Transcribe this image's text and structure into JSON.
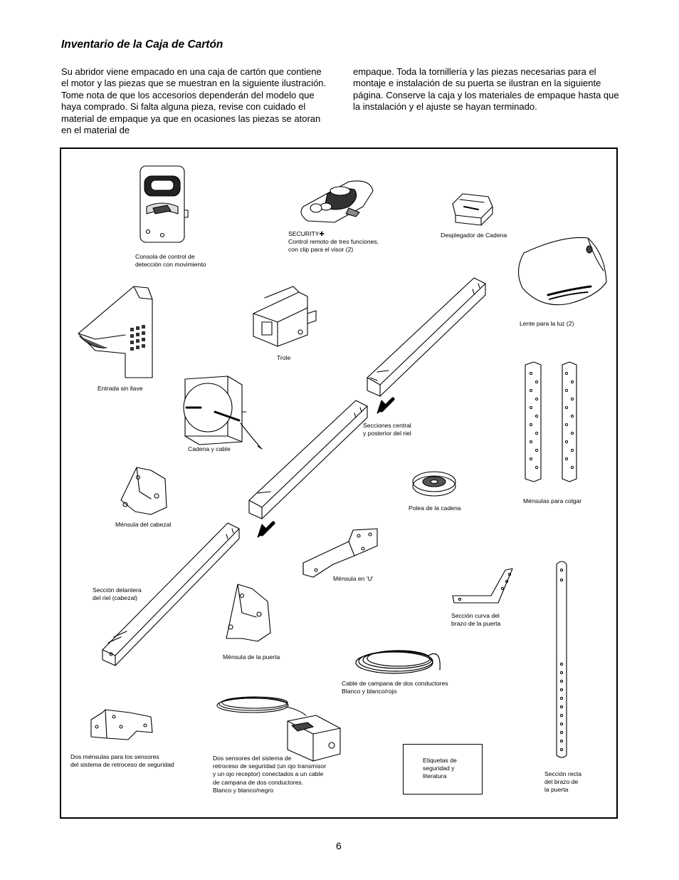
{
  "heading": "Inventario de la Caja de Cartón",
  "intro": {
    "col1": "Su abridor viene empacado en una caja de cartón que contiene el motor y las piezas que se muestran en la siguiente ilustración. Tome nota de que los accesorios dependerán del modelo que haya comprado. Si falta alguna pieza, revise con cuidado el material de empaque ya que en ocasiones las piezas se atoran en el material de",
    "col2": "empaque. Toda la tornillería y las piezas necesarias para el montaje e instalación de su puerta se ilustran en la siguiente página. Conserve la caja y los materiales de empaque hasta que la instalación y el ajuste se hayan terminado."
  },
  "parts": {
    "console": [
      "Consola de control de",
      "detección con movimiento"
    ],
    "remote": [
      "SECURITY✚",
      "Control remoto de tres funciones,",
      "con clip para el visor (2)"
    ],
    "chain_spreader": [
      "Desplegador de Cadena"
    ],
    "light_lens": [
      "Lente para la luz (2)"
    ],
    "keyless_entry": [
      "Entrada sin llave"
    ],
    "trolley": [
      "Trole"
    ],
    "chain_cable": [
      "Cadena y cable"
    ],
    "rail_sections": [
      "Secciones central",
      "y posterior del riel"
    ],
    "hanging_brackets": [
      "Ménsulas para colgar"
    ],
    "header_bracket": [
      "Ménsula del cabezal"
    ],
    "sprocket": [
      "Polea de la cadena"
    ],
    "u_bracket": [
      "Ménsula en 'U'"
    ],
    "front_rail": [
      "Sección delantera",
      "del riel (cabezal)"
    ],
    "curved_arm": [
      "Sección curva del",
      "brazo de la puerta"
    ],
    "door_bracket": [
      "Ménsula de la puerta"
    ],
    "bell_wire": [
      "Cable de campana de dos conductores",
      "Blanco y blanco/rojo"
    ],
    "sensor_brackets": [
      "Dos ménsulas para los sensores",
      "del sistema de retroceso de seguridad"
    ],
    "safety_sensors": [
      "Dos sensores del sistema de",
      "retroceso de seguridad (un ojo transmisor",
      "y un ojo receptor) conectados a un cable",
      "de campana de dos conductores.",
      "Blanco y blanco/negro"
    ],
    "safety_labels": [
      "Etiquetas de",
      "seguridad y",
      "literatura"
    ],
    "straight_arm": [
      "Sección recta",
      "del brazo de",
      "la puerta"
    ]
  },
  "page_number": "6"
}
